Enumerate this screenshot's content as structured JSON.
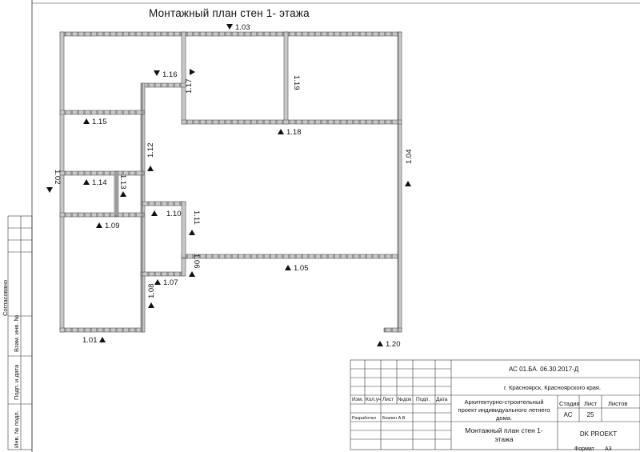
{
  "title": "Монтажный план стен 1- этажа",
  "marks": {
    "m103": "1.03",
    "m116": "1.16",
    "m117": "1.17",
    "m119": "1.19",
    "m115": "1.15",
    "m118": "1.18",
    "m102": "1.02",
    "m112": "1.12",
    "m104": "1.04",
    "m114": "1.14",
    "m113": "1.13",
    "m110": "1.10",
    "m111": "1.11",
    "m109": "1.09",
    "m106": "1.06",
    "m105": "1.05",
    "m107": "1.07",
    "m108": "1.08",
    "m101": "1.01",
    "m120": "1.20"
  },
  "side_stamp": {
    "agreed": "Согласовано",
    "vzam": "Взам. инв. №",
    "podp_data": "Подп. и дата",
    "inv_podl": "Инв. № подл."
  },
  "title_block": {
    "code": "АС 01.БА. 06.30.2017-Д",
    "location": "г. Красноярск, Красноярского края.",
    "col_headers": [
      "Изм.",
      "Кол.уч",
      "Лист",
      "№док",
      "Подп.",
      "Дата"
    ],
    "developed": "Разработал",
    "developer": "Безпен А.В",
    "project_line1": "Архитектурно-строительный",
    "project_line2": "проект индивидуального летнего",
    "project_line3": "дома.",
    "stage_label": "Стадия",
    "sheet_label": "Лист",
    "sheets_label": "Листов",
    "stage": "АС",
    "sheet": "25",
    "sheets": "",
    "drawing_line1": "Монтажный план стен 1-",
    "drawing_line2": "этажа",
    "company": "DK PROEKT",
    "format_label": "Формат",
    "format": "А3"
  }
}
